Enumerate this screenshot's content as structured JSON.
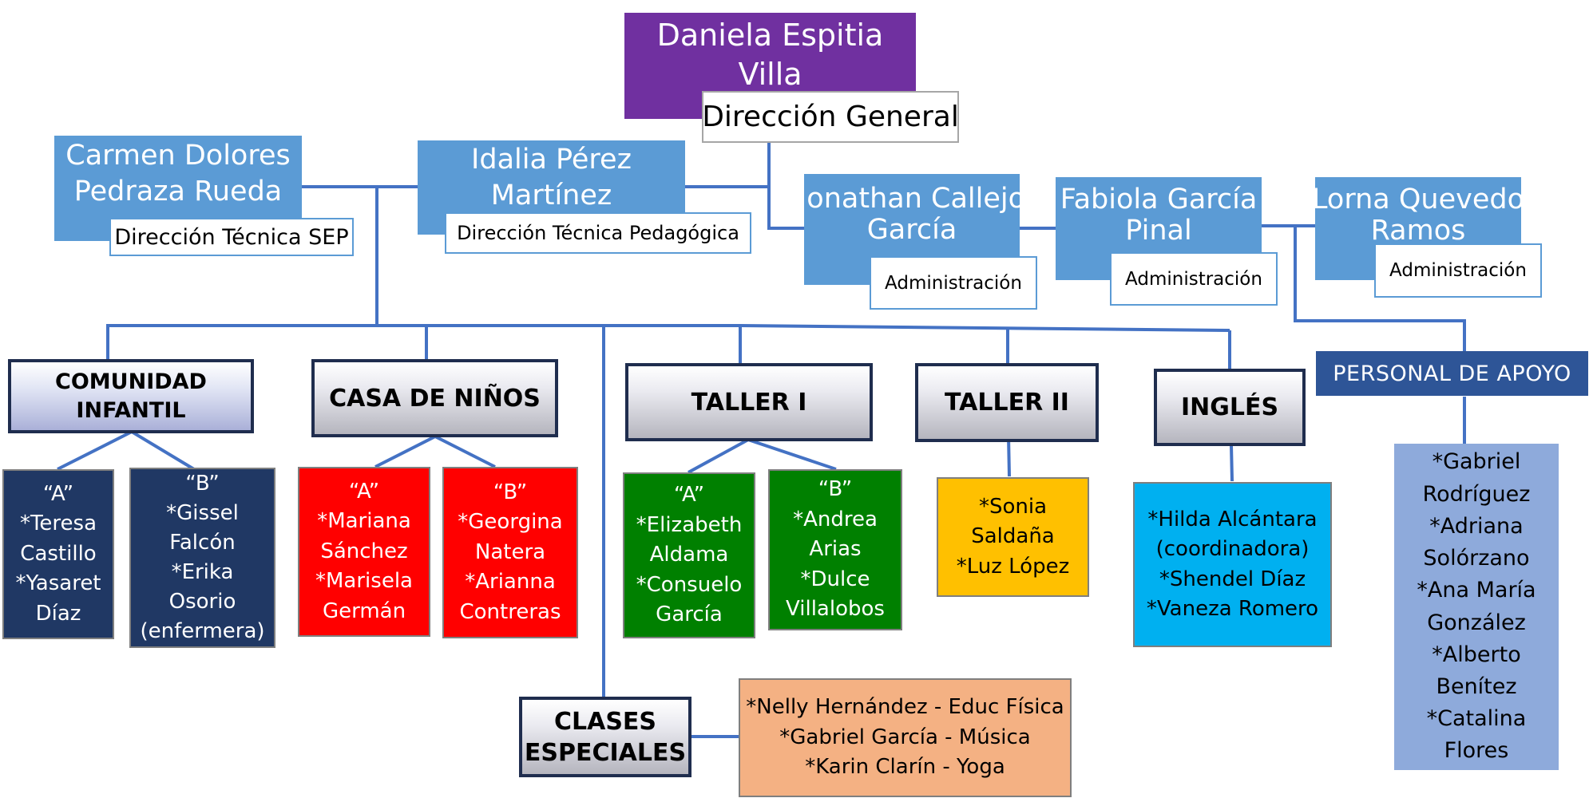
{
  "top": {
    "name": [
      "Daniela Espitia",
      "Villa"
    ],
    "role": "Dirección General"
  },
  "technical": [
    {
      "name": [
        "Carmen Dolores",
        "Pedraza Rueda"
      ],
      "role": "Dirección Técnica SEP"
    },
    {
      "name": [
        "Idalia Pérez",
        "Martínez"
      ],
      "role": "Dirección Técnica Pedagógica"
    }
  ],
  "administration": [
    {
      "name": [
        "Jonathan Callejo",
        "García"
      ],
      "role": "Administración"
    },
    {
      "name": [
        "Fabiola García",
        "Pinal"
      ],
      "role": "Administración"
    },
    {
      "name": [
        "Lorna Quevedo",
        "Ramos"
      ],
      "role": "Administración"
    }
  ],
  "departments": {
    "comunidad_infantil": [
      "COMUNIDAD",
      "INFANTIL"
    ],
    "casa_de_ninos": "CASA DE NIÑOS",
    "taller_1": "TALLER I",
    "taller_2": "TALLER II",
    "ingles": "INGLÉS",
    "clases_especiales": [
      "CLASES",
      "ESPECIALES"
    ],
    "personal_de_apoyo": "PERSONAL DE APOYO"
  },
  "groups": {
    "ci_a": [
      "“A”",
      "*Teresa",
      "Castillo",
      "*Yasaret",
      "Díaz"
    ],
    "ci_b": [
      "“B”",
      "*Gissel",
      "Falcón",
      "*Erika",
      "Osorio",
      "(enfermera)"
    ],
    "cn_a": [
      "“A”",
      "*Mariana",
      "Sánchez",
      "*Marisela",
      "Germán"
    ],
    "cn_b": [
      "“B”",
      "*Georgina",
      "Natera",
      "*Arianna",
      "Contreras"
    ],
    "t1_a": [
      "“A”",
      "*Elizabeth",
      "Aldama",
      "*Consuelo",
      "García"
    ],
    "t1_b": [
      "“B”",
      "*Andrea",
      "Arias",
      "*Dulce",
      "Villalobos"
    ],
    "t2": [
      "*Sonia",
      "Saldaña",
      "*Luz López"
    ],
    "ingles": [
      "*Hilda Alcántara",
      "(coordinadora)",
      "*Shendel Díaz",
      "*Vaneza Romero"
    ],
    "especiales": [
      "*Nelly Hernández - Educ Física",
      "*Gabriel García - Música",
      "*Karin Clarín - Yoga"
    ],
    "apoyo": [
      "*Gabriel",
      "Rodríguez",
      "*Adriana",
      "Solórzano",
      "*Ana María",
      "González",
      "*Alberto",
      "Benítez",
      "*Catalina",
      "Flores"
    ]
  },
  "colors": {
    "top": "#7030a0",
    "name_box": "#5b9bd5",
    "connector": "#4472c4",
    "navy": "#203864",
    "red": "#ff0000",
    "green": "#008000",
    "yellow": "#ffc000",
    "cyan": "#00b0f0",
    "peach": "#f4b183",
    "periwinkle": "#8eaadb",
    "apoyo_header": "#2e5597"
  }
}
